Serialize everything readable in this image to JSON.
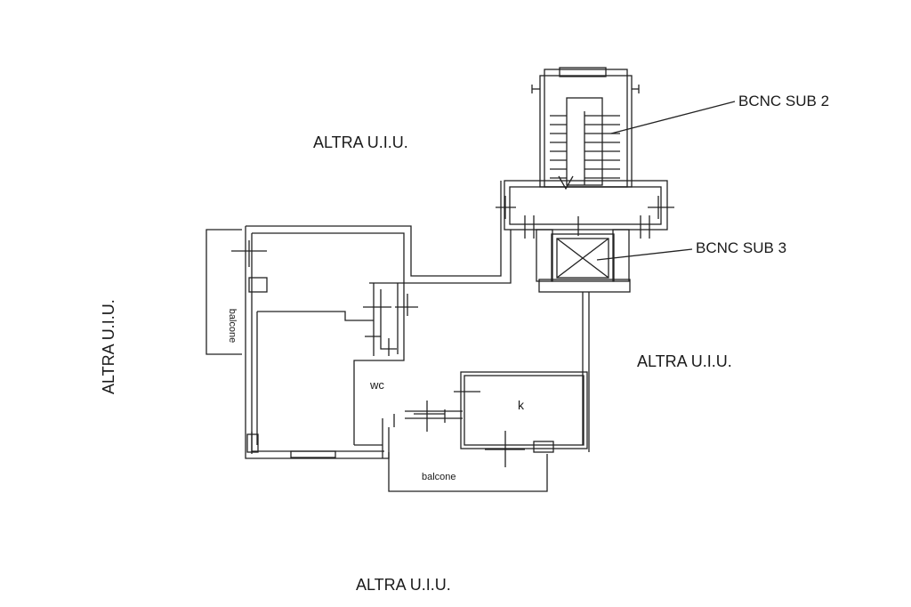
{
  "labels": {
    "neighbor_top": "ALTRA U.I.U.",
    "neighbor_left": "ALTRA U.I.U.",
    "neighbor_right": "ALTRA U.I.U.",
    "neighbor_bottom": "ALTRA U.I.U.",
    "bcnc_sub2": "BCNC SUB 2",
    "bcnc_sub3": "BCNC SUB 3",
    "room_wc": "wc",
    "room_k": "k",
    "balcony_left": "balcone",
    "balcony_bottom": "balcone"
  },
  "colors": {
    "line": "#222222",
    "text": "#1a1a1a"
  }
}
